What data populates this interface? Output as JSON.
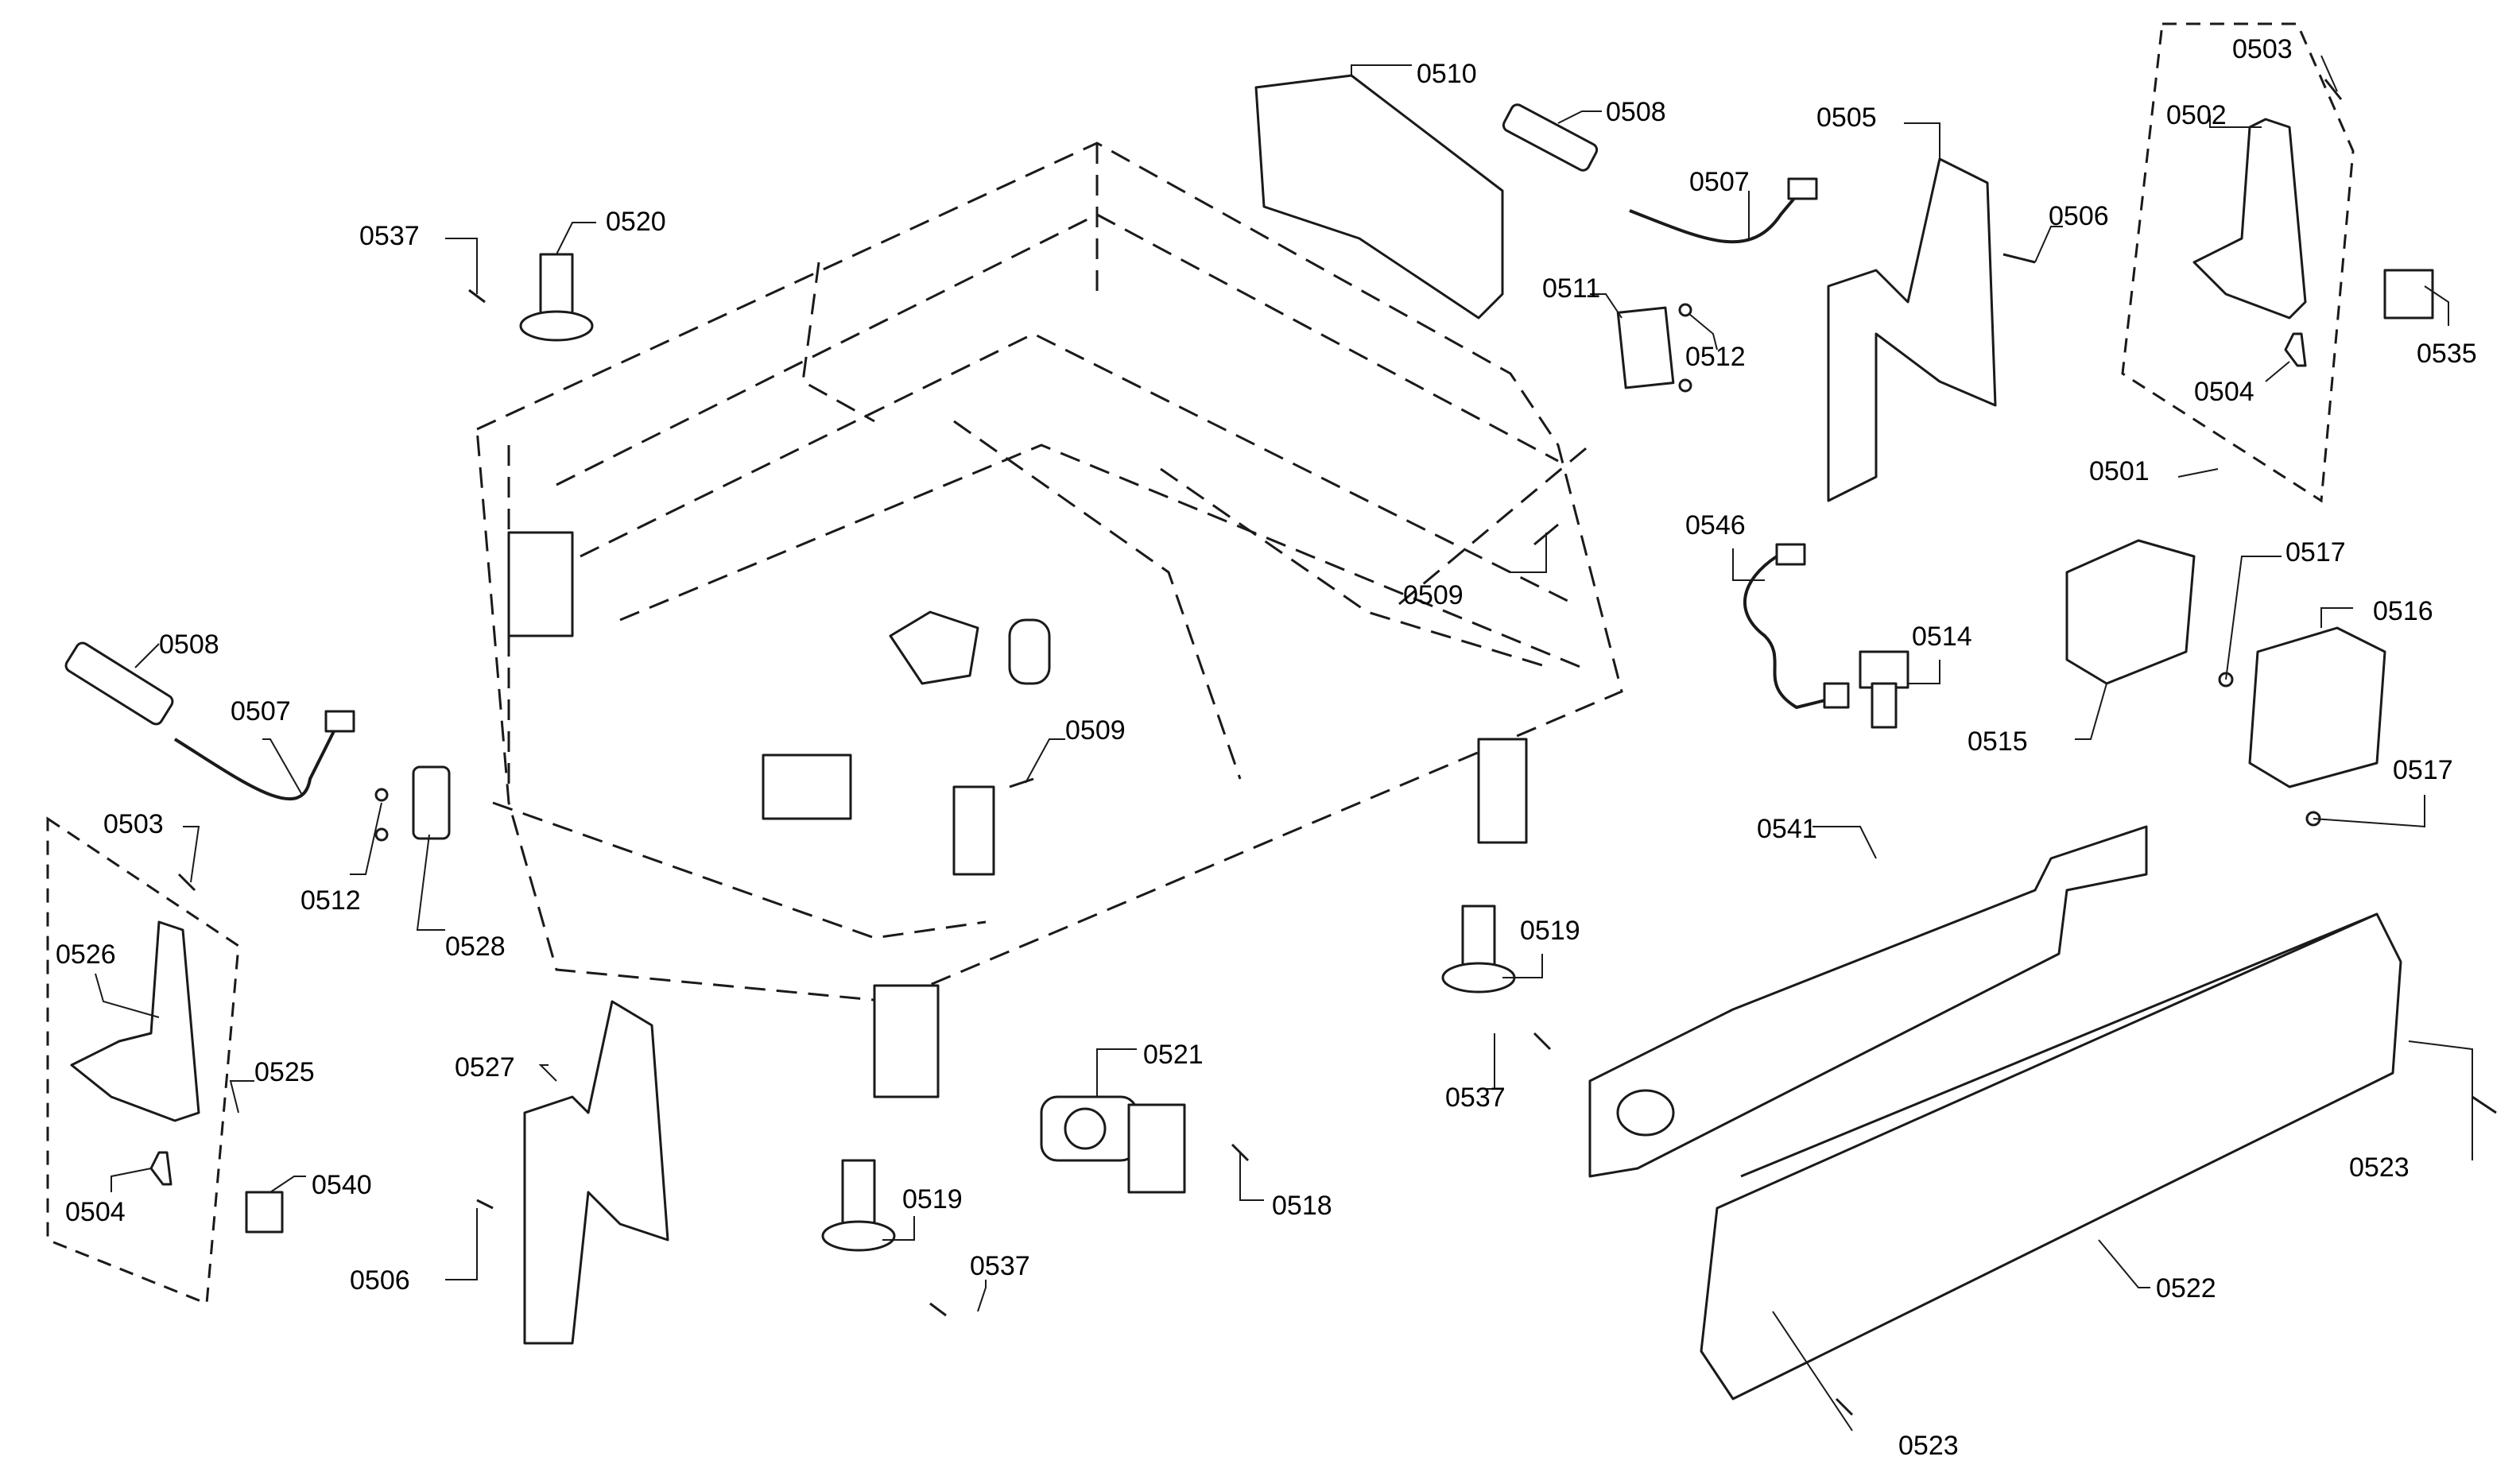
{
  "diagram": {
    "callouts": {
      "c0510": "0510",
      "c0508_top": "0508",
      "c0505": "0505",
      "c0503_top": "0503",
      "c0537_top": "0537",
      "c0520": "0520",
      "c0507_top": "0507",
      "c0506_top": "0506",
      "c0502": "0502",
      "c0511": "0511",
      "c0512_top": "0512",
      "c0535": "0535",
      "c0504_top": "0504",
      "c0501": "0501",
      "c0546": "0546",
      "c0509_right": "0509",
      "c0517_top": "0517",
      "c0514": "0514",
      "c0516": "0516",
      "c0508_left": "0508",
      "c0507_left": "0507",
      "c0509_mid": "0509",
      "c0515": "0515",
      "c0517_bot": "0517",
      "c0503_left": "0503",
      "c0512_left": "0512",
      "c0528": "0528",
      "c0541": "0541",
      "c0526": "0526",
      "c0519_right": "0519",
      "c0527": "0527",
      "c0525": "0525",
      "c0521": "0521",
      "c0537_mid": "0537",
      "c0540": "0540",
      "c0523_right": "0523",
      "c0504_left": "0504",
      "c0518": "0518",
      "c0519_left": "0519",
      "c0506_left": "0506",
      "c0537_low": "0537",
      "c0522": "0522",
      "c0523_bot": "0523"
    }
  }
}
